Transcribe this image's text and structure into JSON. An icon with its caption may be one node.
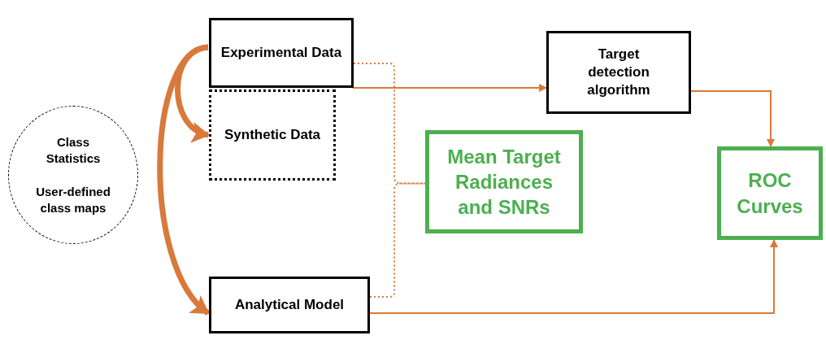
{
  "diagram": {
    "nodes": [
      {
        "text": [
          "Class Statistics",
          "User-defined class maps"
        ]
      },
      {
        "text": [
          "Experimental Data"
        ]
      },
      {
        "text": [
          "Synthetic Data"
        ]
      },
      {
        "text": [
          "Analytical Model"
        ]
      },
      {
        "text": [
          "Mean Target Radiances and SNRs"
        ]
      },
      {
        "text": [
          "Target detection algorithm"
        ]
      },
      {
        "text": [
          "ROC Curves"
        ]
      }
    ],
    "edges": [
      {
        "from": 1,
        "to": 2,
        "arrow": "to",
        "style": "thick"
      },
      {
        "from": 1,
        "to": 3,
        "arrow": "to",
        "style": "thick"
      },
      {
        "from": 1,
        "to": 5,
        "arrow": "to"
      },
      {
        "from": 5,
        "to": 6,
        "arrow": "to"
      },
      {
        "from": 3,
        "to": 6,
        "arrow": "to"
      },
      {
        "from": 1,
        "to": 4,
        "arrow": "none",
        "style": "dashed"
      },
      {
        "from": 3,
        "to": 4,
        "arrow": "none",
        "style": "dashed"
      }
    ]
  }
}
